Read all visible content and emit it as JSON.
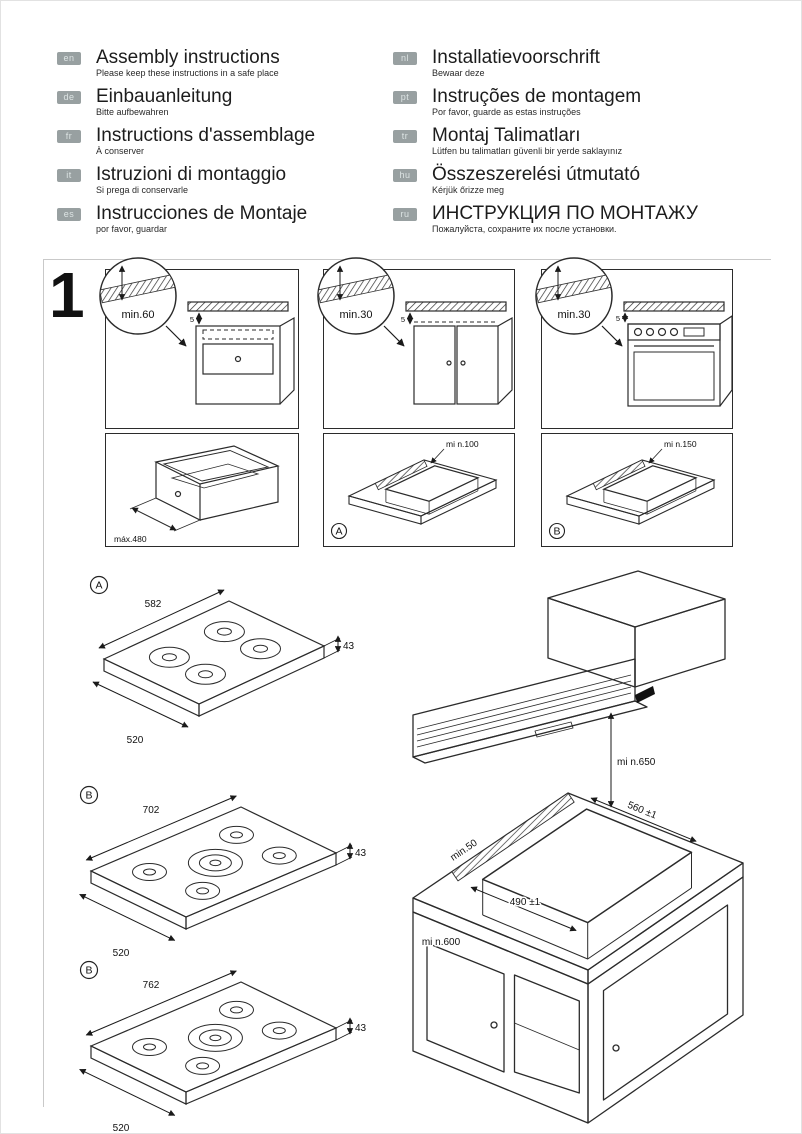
{
  "page": {
    "step_number": "1"
  },
  "header": {
    "languages_left": [
      {
        "code": "en",
        "title": "Assembly instructions",
        "subtitle": "Please keep these instructions in a safe place"
      },
      {
        "code": "de",
        "title": "Einbauanleitung",
        "subtitle": "Bitte aufbewahren"
      },
      {
        "code": "fr",
        "title": "Instructions d'assemblage",
        "subtitle": "À conserver"
      },
      {
        "code": "it",
        "title": "Istruzioni di montaggio",
        "subtitle": "Si prega di conservarle"
      },
      {
        "code": "es",
        "title": "Instrucciones de Montaje",
        "subtitle": "por favor, guardar"
      }
    ],
    "languages_right": [
      {
        "code": "nl",
        "title": "Installatievoorschrift",
        "subtitle": "Bewaar deze"
      },
      {
        "code": "pt",
        "title": "Instruções de montagem",
        "subtitle": "Por favor, guarde as estas instruções"
      },
      {
        "code": "tr",
        "title": "Montaj Talimatları",
        "subtitle": "Lütfen bu talimatları güvenli bir yerde saklayınız"
      },
      {
        "code": "hu",
        "title": "Összeszerelési útmutató",
        "subtitle": "Kérjük őrizze meg"
      },
      {
        "code": "ru",
        "title": "ИНСТРУКЦИЯ ПО МОНТАЖУ",
        "subtitle": "Пожалуйста, сохраните их после установки."
      }
    ]
  },
  "step1": {
    "panels_top": [
      {
        "callout": "min.60",
        "gap": "5"
      },
      {
        "callout": "min.30",
        "gap": "5"
      },
      {
        "callout": "min.30",
        "gap": "5"
      }
    ],
    "panels_bottom": [
      {
        "dim": "máx.480"
      },
      {
        "dim": "mi n.100",
        "badge": "A"
      },
      {
        "dim": "mi n.150",
        "badge": "B"
      }
    ]
  },
  "hobs": [
    {
      "badge": "A",
      "width": "582",
      "depth": "520",
      "height": "43"
    },
    {
      "badge": "B",
      "width": "702",
      "depth": "520",
      "height": "43"
    },
    {
      "badge": "B",
      "width": "762",
      "depth": "520",
      "height": "43"
    }
  ],
  "cabinet": {
    "hood_clearance": "mi n.650",
    "rear_gap": "min.50",
    "cutout_depth": "490 ±1",
    "cutout_width": "560 ±1",
    "floor_clearance": "mi n.600"
  }
}
